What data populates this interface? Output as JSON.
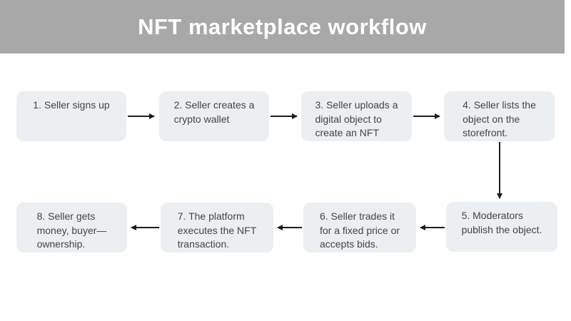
{
  "header": {
    "title": "NFT marketplace workflow",
    "background_color": "#a8a8a8",
    "text_color": "#ffffff"
  },
  "flow": {
    "box_color": "#eceff1",
    "box_text_color": "#41454a",
    "arrow_color": "#1d1d1d",
    "steps": [
      {
        "id": 1,
        "text": "1. Seller signs up"
      },
      {
        "id": 2,
        "text": "2. Seller creates a\ncrypto wallet"
      },
      {
        "id": 3,
        "text": "3. Seller uploads a\ndigital object to\ncreate an NFT"
      },
      {
        "id": 4,
        "text": "4. Seller lists the\nobject on the\nstorefront."
      },
      {
        "id": 5,
        "text": "5. Moderators\npublish the object."
      },
      {
        "id": 6,
        "text": "6. Seller trades it\nfor a fixed price or\naccepts bids."
      },
      {
        "id": 7,
        "text": "7. The platform\nexecutes the NFT\ntransaction."
      },
      {
        "id": 8,
        "text": "8. Seller gets\nmoney, buyer—\nownership."
      }
    ],
    "edges": [
      {
        "from": 1,
        "to": 2
      },
      {
        "from": 2,
        "to": 3
      },
      {
        "from": 3,
        "to": 4
      },
      {
        "from": 4,
        "to": 5
      },
      {
        "from": 5,
        "to": 6
      },
      {
        "from": 6,
        "to": 7
      },
      {
        "from": 7,
        "to": 8
      }
    ]
  }
}
